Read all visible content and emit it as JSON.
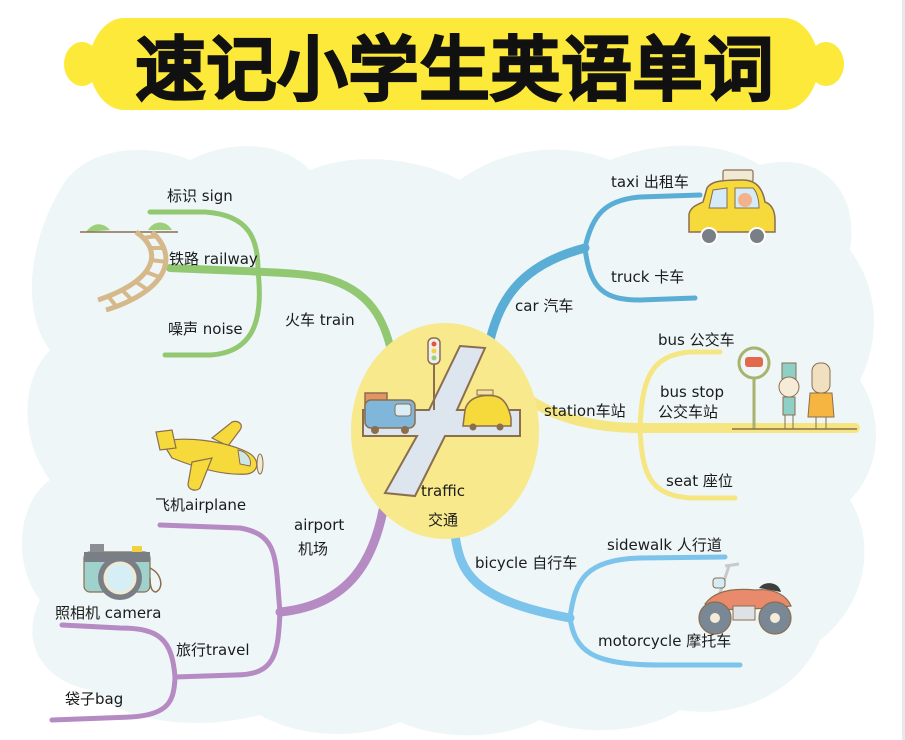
{
  "title": "速记小学生英语单词",
  "colors": {
    "banner": "#fde93a",
    "cloud": "#eef6f8",
    "center": "#f7e98c",
    "train_branch": "#93c872",
    "car_branch": "#5aaed6",
    "station_branch": "#f6e682",
    "bicycle_branch": "#7cc4ec",
    "airport_branch": "#b68ac3"
  },
  "center": {
    "en": "traffic",
    "zh": "交通",
    "icon": "crossroad-traffic-icon"
  },
  "branches": {
    "train": {
      "label": "火车 train",
      "icon": "railway-track-icon",
      "children": [
        {
          "label": "标识 sign"
        },
        {
          "label": "铁路 railway"
        },
        {
          "label": "噪声 noise"
        }
      ]
    },
    "car": {
      "label": "car 汽车",
      "icon": "taxi-icon",
      "children": [
        {
          "label": "taxi 出租车"
        },
        {
          "label": "truck 卡车"
        }
      ]
    },
    "station": {
      "label": "station车站",
      "icon": "bus-stop-people-icon",
      "children": [
        {
          "label": "bus 公交车"
        },
        {
          "label_en": "bus stop",
          "label_zh": "公交车站"
        },
        {
          "label": "seat 座位"
        }
      ]
    },
    "bicycle": {
      "label": "bicycle 自行车",
      "icon": "motorcycle-icon",
      "children": [
        {
          "label": "sidewalk 人行道"
        },
        {
          "label": "motorcycle 摩托车"
        }
      ]
    },
    "airport": {
      "label_en": "airport",
      "label_zh": "机场",
      "icons": [
        "airplane-icon",
        "camera-icon"
      ],
      "children": [
        {
          "label": "飞机airplane"
        },
        {
          "label": "旅行travel",
          "children": [
            {
              "label": "照相机 camera"
            },
            {
              "label": "袋子bag"
            }
          ]
        }
      ]
    }
  }
}
